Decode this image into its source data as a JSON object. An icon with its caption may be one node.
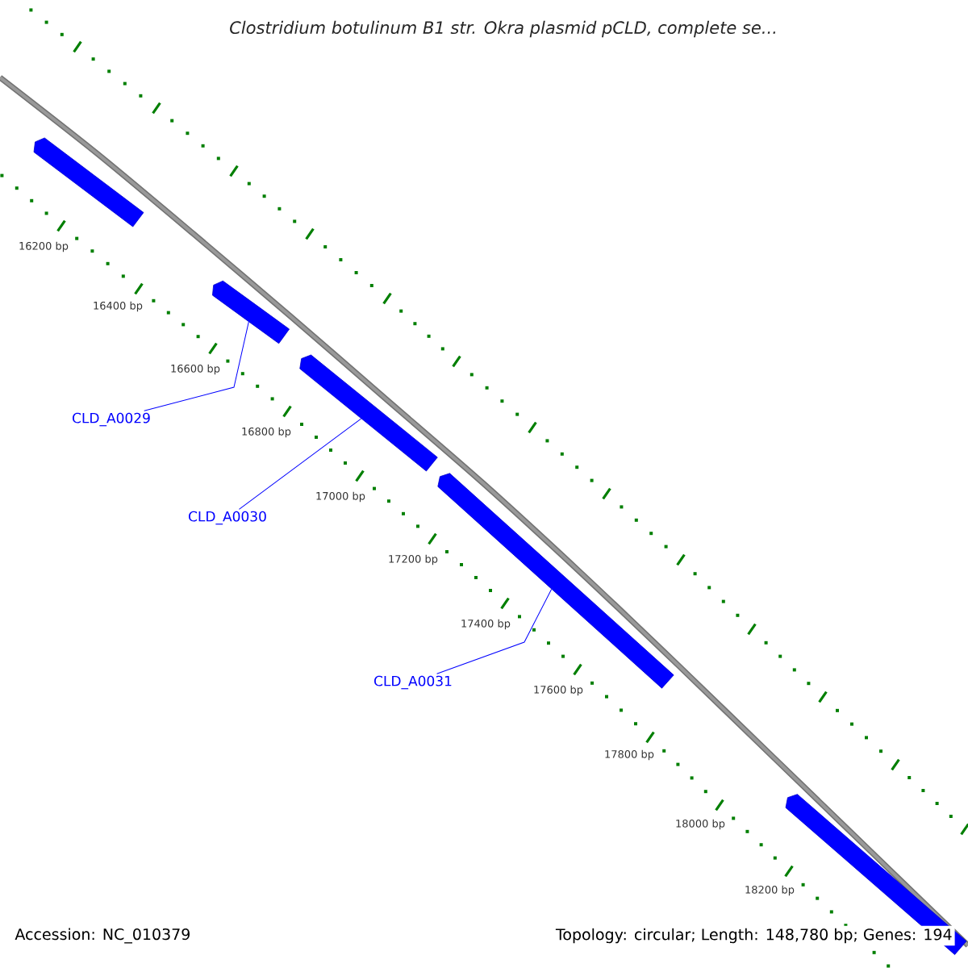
{
  "diagram": {
    "title": "Clostridium botulinum B1 str. Okra plasmid pCLD, complete se...",
    "nodes": [
      {
        "text": [],
        "shape": "bar"
      },
      {
        "text": [],
        "shape": "bar"
      },
      {
        "text": [],
        "shape": "bar"
      },
      {
        "text": [],
        "shape": "bar"
      },
      {
        "text": [],
        "shape": "bar"
      },
      {
        "text": [
          "CLD_A0029"
        ]
      },
      {
        "text": [
          "CLD_A0030"
        ]
      },
      {
        "text": [
          "CLD_A0031"
        ]
      }
    ],
    "edges": [
      {
        "from": 5,
        "to": 1,
        "arrow": "none"
      },
      {
        "from": 6,
        "to": 2,
        "arrow": "none"
      },
      {
        "from": 7,
        "to": 3,
        "arrow": "none"
      }
    ],
    "labels": [
      "16200 bp",
      "16400 bp",
      "16600 bp",
      "16800 bp",
      "17000 bp",
      "17200 bp",
      "17400 bp",
      "17600 bp",
      "17800 bp",
      "18000 bp",
      "18200 bp",
      "Accession: NC_010379",
      "Topology: circular; Length: 148,780 bp; Genes: 194"
    ]
  }
}
